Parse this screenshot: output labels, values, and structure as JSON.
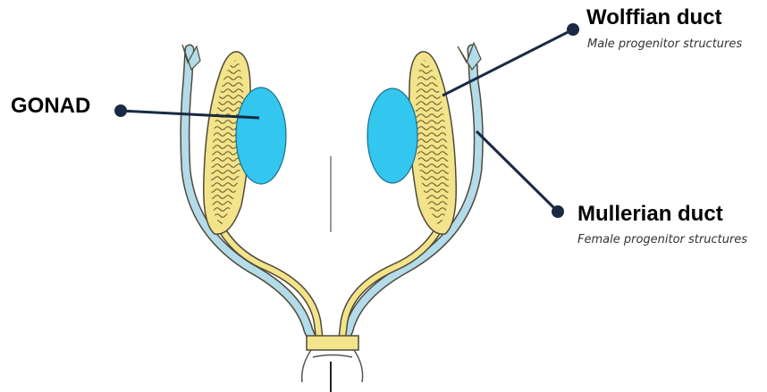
{
  "labels": {
    "gonad": {
      "title": "GONAD"
    },
    "wolffian": {
      "title": "Wolffian duct",
      "subtitle": "Male progenitor structures"
    },
    "mullerian": {
      "title": "Mullerian duct",
      "subtitle": "Female progenitor structures"
    }
  },
  "colors": {
    "mullerian_duct": "#b3dbea",
    "wolffian_duct": "#f3e38a",
    "gonad": "#33c6ee",
    "outline": "#4f4a3a",
    "pointer": "#1a2a44"
  }
}
